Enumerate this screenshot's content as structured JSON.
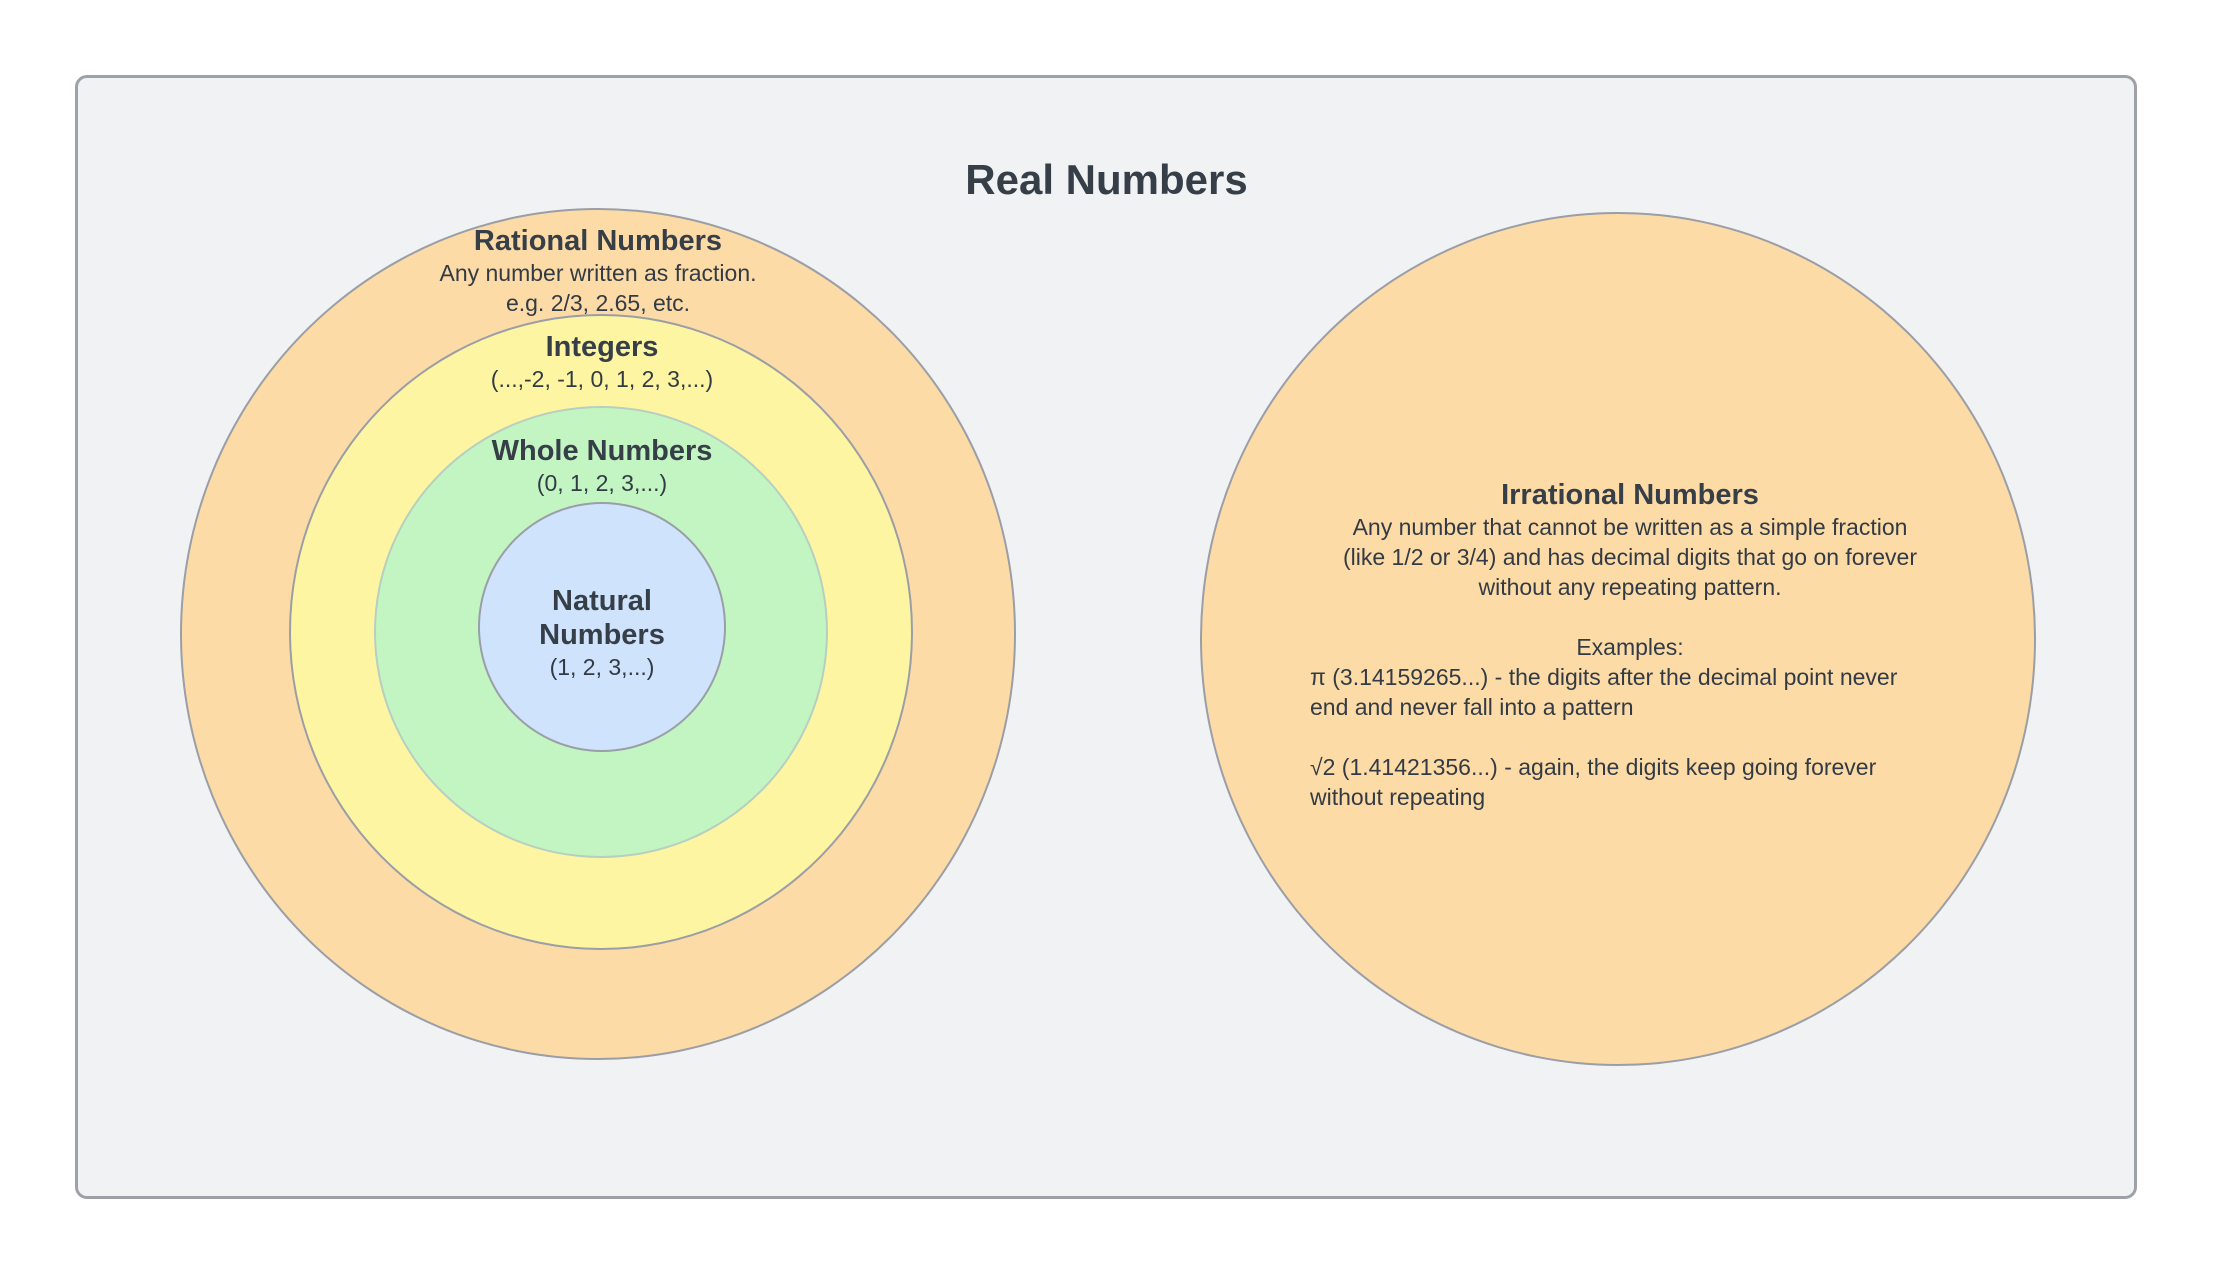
{
  "title": "Real Numbers",
  "rational": {
    "heading": "Rational Numbers",
    "line1": "Any number written as fraction.",
    "line2": "e.g. 2/3, 2.65, etc."
  },
  "integers": {
    "heading": "Integers",
    "line1": "(...,-2, -1, 0, 1, 2, 3,...)"
  },
  "whole": {
    "heading": "Whole Numbers",
    "line1": "(0, 1, 2, 3,...)"
  },
  "natural": {
    "heading_line1": "Natural",
    "heading_line2": "Numbers",
    "line1": "(1, 2, 3,...)"
  },
  "irrational": {
    "heading": "Irrational Numbers",
    "description": "Any number that cannot be written as a simple fraction\n(like 1/2 or 3/4) and has decimal digits that go on forever\nwithout any repeating pattern.",
    "examples_label": "Examples:",
    "example_pi": "π (3.14159265...) - the digits after the decimal point never\nend and never fall into a pattern",
    "example_sqrt2": "√2 (1.41421356...) - again, the digits keep going forever\nwithout repeating"
  },
  "colors": {
    "rational_fill": "#fddba6",
    "integers_fill": "#fdf5a2",
    "whole_fill": "#c3f5c2",
    "natural_fill": "#cfe3fc",
    "irrational_fill": "#fddba6",
    "background": "#f1f2f4"
  }
}
